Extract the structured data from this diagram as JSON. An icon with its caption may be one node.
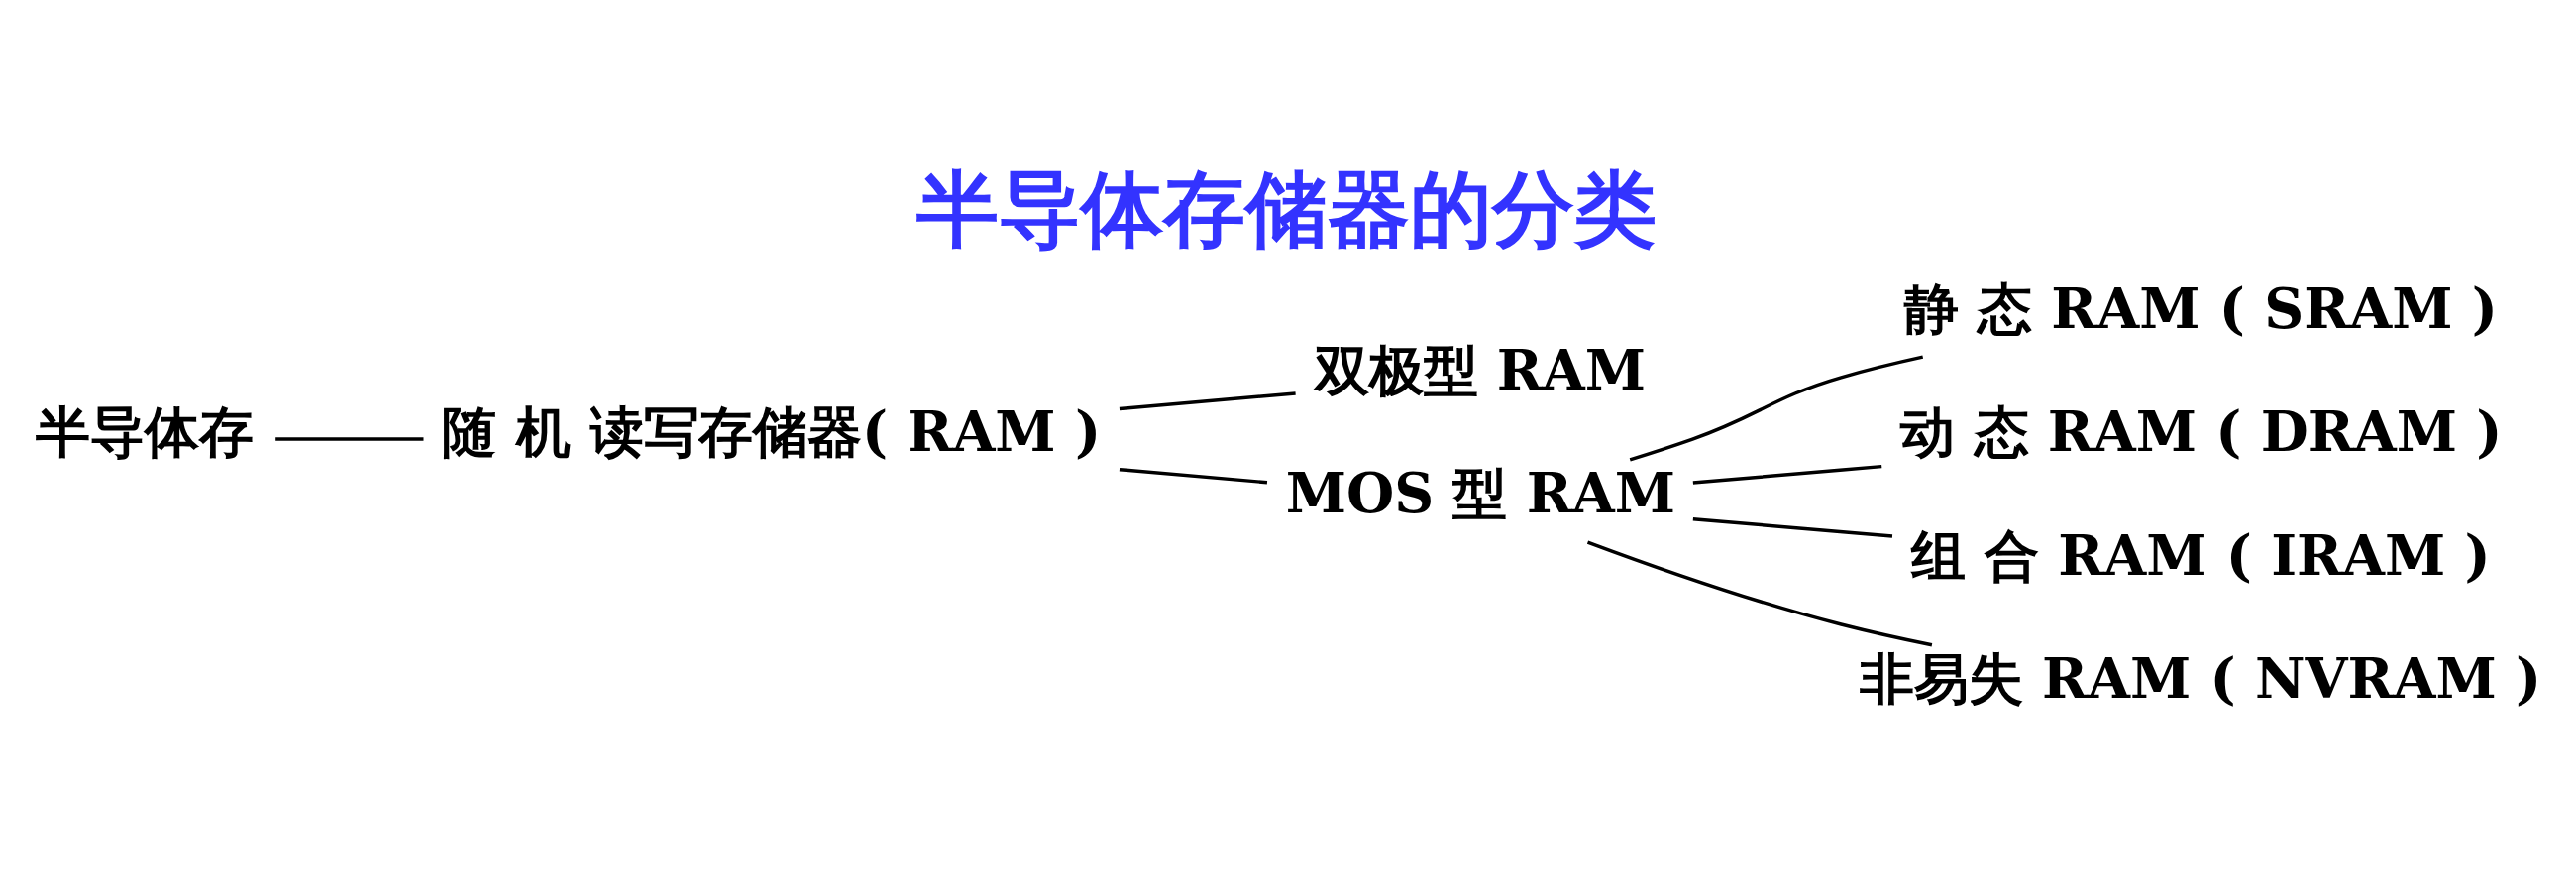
{
  "diagram": {
    "title": "半导体存储器的分类",
    "nodes": [
      {
        "text": [
          "半导体存"
        ]
      },
      {
        "text": [
          "随 机 读写存储器( RAM )"
        ]
      },
      {
        "text": [
          "双极型 RAM"
        ]
      },
      {
        "text": [
          "MOS 型 RAM"
        ]
      },
      {
        "text": [
          "静 态 RAM ( SRAM )"
        ]
      },
      {
        "text": [
          "动 态 RAM ( DRAM )"
        ]
      },
      {
        "text": [
          "组 合 RAM ( IRAM )"
        ]
      },
      {
        "text": [
          "非易失 RAM ( NVRAM )"
        ]
      }
    ],
    "edges": [
      {
        "from": 0,
        "to": 1,
        "arrow": "none"
      },
      {
        "from": 1,
        "to": 2,
        "arrow": "none"
      },
      {
        "from": 1,
        "to": 3,
        "arrow": "none"
      },
      {
        "from": 3,
        "to": 4,
        "arrow": "none"
      },
      {
        "from": 3,
        "to": 5,
        "arrow": "none"
      },
      {
        "from": 3,
        "to": 6,
        "arrow": "none"
      },
      {
        "from": 3,
        "to": 7,
        "arrow": "none"
      }
    ]
  }
}
